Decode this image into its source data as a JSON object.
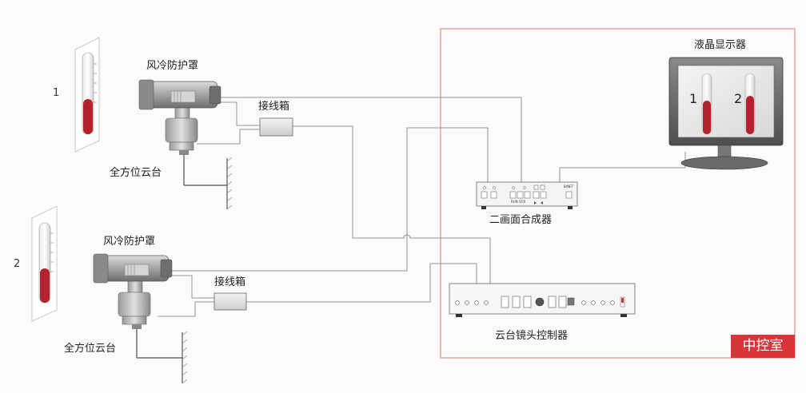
{
  "labels": {
    "hood_top": "风冷防护罩",
    "hood_bottom": "风冷防护罩",
    "junction_top": "接线箱",
    "junction_bottom": "接线箱",
    "ptz_top": "全方位云台",
    "ptz_bottom": "全方位云台",
    "lcd": "液晶显示器",
    "combiner": "二画面合成器",
    "controller": "云台镜头控制器",
    "control_room": "中控室"
  },
  "numbers": {
    "gauge_1": "1",
    "gauge_2": "2",
    "screen_1": "1",
    "screen_2": "2"
  },
  "combiner_panel": {
    "run_vcr": "RUN VCR",
    "bnet": "B/NET"
  },
  "colors": {
    "control_room_border": "#e8a598",
    "control_room_tag": "#d9343a",
    "gauge_fluid": "#b4222f"
  }
}
